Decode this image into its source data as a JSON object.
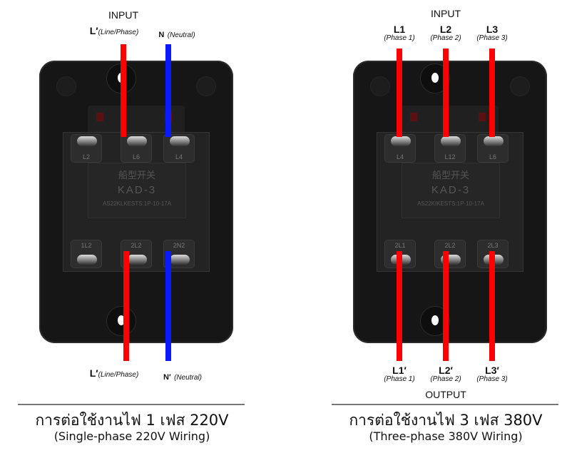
{
  "colors": {
    "line": "#ff0000",
    "neutral": "#0a1cff",
    "plate": "#161616"
  },
  "single": {
    "input_label": "INPUT",
    "top_line": {
      "name": "L′",
      "desc": "(Line/Phase)"
    },
    "top_neutral": {
      "name": "N",
      "desc": "(Neutral)"
    },
    "bottom_line": {
      "name": "L′",
      "desc": "(Line/Phase)"
    },
    "bottom_neutral": {
      "name": "N′",
      "desc": "(Neutral)"
    },
    "switch": {
      "brand_cn": "船型开关",
      "model": "KAD-3",
      "spec": "AS22KLKESTS:1P-10-17A",
      "top_terms": [
        "L2",
        "L6",
        "L4"
      ],
      "bottom_terms": [
        "1L2",
        "2L2",
        "2N2"
      ]
    },
    "title": "การต่อใช้งานไฟ 1 เฟส 220V",
    "subtitle": "(Single-phase 220V Wiring)"
  },
  "three": {
    "input_label": "INPUT",
    "output_label": "OUTPUT",
    "inputs": [
      {
        "name": "L1",
        "desc": "(Phase 1)"
      },
      {
        "name": "L2",
        "desc": "(Phase 2)"
      },
      {
        "name": "L3",
        "desc": "(Phase 3)"
      }
    ],
    "outputs": [
      {
        "name": "L1′",
        "desc": "(Phase 1)"
      },
      {
        "name": "L2′",
        "desc": "(Phase 2)"
      },
      {
        "name": "L3′",
        "desc": "(Phase 3)"
      }
    ],
    "switch": {
      "brand_cn": "船型开关",
      "model": "KAD-3",
      "spec": "AS22KIKESTS:1P-10-17A",
      "top_terms": [
        "L4",
        "L12",
        "L6"
      ],
      "bottom_terms": [
        "2L1",
        "2L2",
        "2L3"
      ]
    },
    "title": "การต่อใช้งานไฟ 3 เฟส 380V",
    "subtitle": "(Three-phase 380V Wiring)"
  }
}
